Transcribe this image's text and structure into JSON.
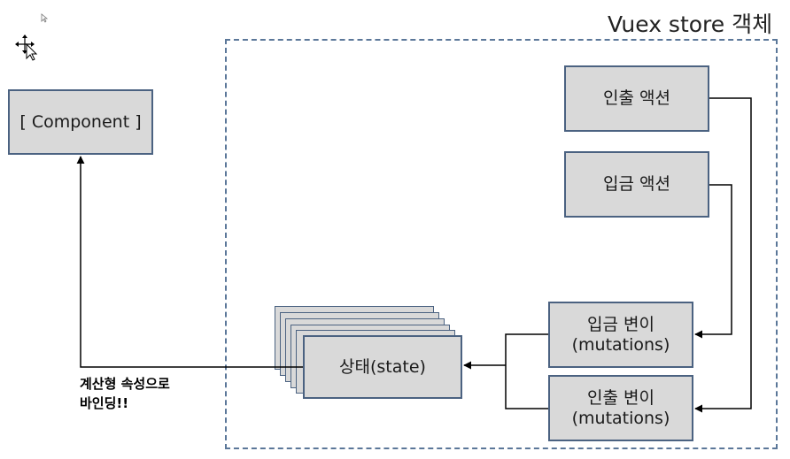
{
  "store": {
    "title": "Vuex store 객체"
  },
  "component": {
    "label": "[ Component ]"
  },
  "state": {
    "label": "상태(state)"
  },
  "actions": {
    "withdraw": "인출 액션",
    "deposit": "입금 액션"
  },
  "mutations": {
    "deposit_line1": "입금 변이",
    "deposit_line2": "(mutations)",
    "withdraw_line1": "인출 변이",
    "withdraw_line2": "(mutations)"
  },
  "annotation": {
    "line1": "계산형 속성으로",
    "line2": "바인딩!!"
  },
  "colors": {
    "box_fill": "#d9d9d9",
    "box_border": "#4b6281",
    "store_border": "#5b7799"
  }
}
